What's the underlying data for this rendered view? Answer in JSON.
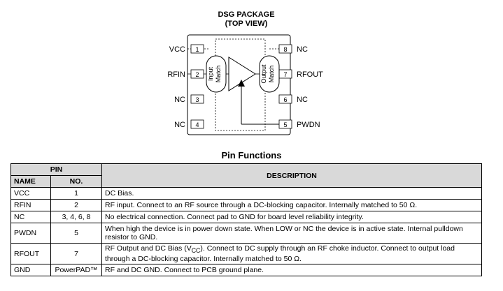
{
  "diagram": {
    "title_line1": "DSG PACKAGE",
    "title_line2": "(TOP VIEW)",
    "input_match_line1": "Input",
    "input_match_line2": "Match",
    "output_match_line1": "Output",
    "output_match_line2": "Match",
    "left_pins": [
      {
        "label": "VCC",
        "num": "1"
      },
      {
        "label": "RFIN",
        "num": "2"
      },
      {
        "label": "NC",
        "num": "3"
      },
      {
        "label": "NC",
        "num": "4"
      }
    ],
    "right_pins": [
      {
        "label": "NC",
        "num": "8"
      },
      {
        "label": "RFOUT",
        "num": "7"
      },
      {
        "label": "NC",
        "num": "6"
      },
      {
        "label": "PWDN",
        "num": "5"
      }
    ]
  },
  "pin_functions": {
    "title": "Pin Functions",
    "header": {
      "pin": "PIN",
      "description": "DESCRIPTION",
      "name": "NAME",
      "no": "NO."
    },
    "rows": [
      {
        "name": "VCC",
        "no": "1",
        "desc": "DC Bias."
      },
      {
        "name": "RFIN",
        "no": "2",
        "desc": "RF input. Connect to an RF source through a DC-blocking capacitor. Internally matched to 50 Ω."
      },
      {
        "name": "NC",
        "no": "3, 4, 6, 8",
        "desc": "No electrical connection. Connect pad to GND for board level reliability integrity."
      },
      {
        "name": "PWDN",
        "no": "5",
        "desc": "When high the device is in power down state. When LOW or NC the device is in active state. Internal pulldown resistor to GND."
      },
      {
        "name": "RFOUT",
        "no": "7",
        "desc_a": "RF Output and DC Bias (V",
        "desc_sub": "CC",
        "desc_b": "). Connect to DC supply through an RF choke inductor. Connect to output load through a DC-blocking capacitor. Internally matched to 50 Ω."
      },
      {
        "name": "GND",
        "no": "PowerPAD™",
        "desc": "RF and DC GND. Connect to PCB ground plane."
      }
    ]
  }
}
